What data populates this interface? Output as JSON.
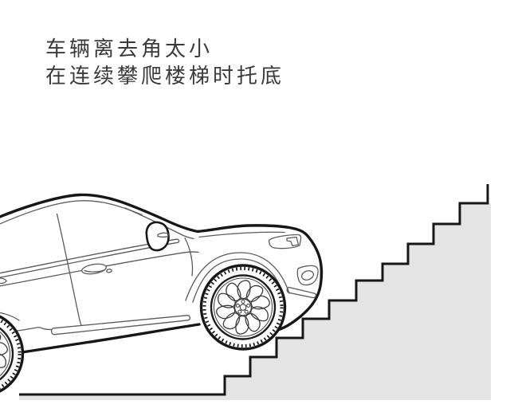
{
  "caption": {
    "line1": "车辆离去角太小",
    "line2": "在连续攀爬楼梯时托底"
  },
  "illustration": {
    "subject": "suv-climbing-staircase-line-art",
    "parts": [
      "car-side-view",
      "staircase",
      "front-wheel",
      "rear-wheel"
    ],
    "colors": {
      "background": "#ffffff",
      "outline": "#171717",
      "detail_line": "#5a5a5a",
      "stair_fill": "#e4e4e4",
      "text": "#3a3a3a"
    }
  }
}
